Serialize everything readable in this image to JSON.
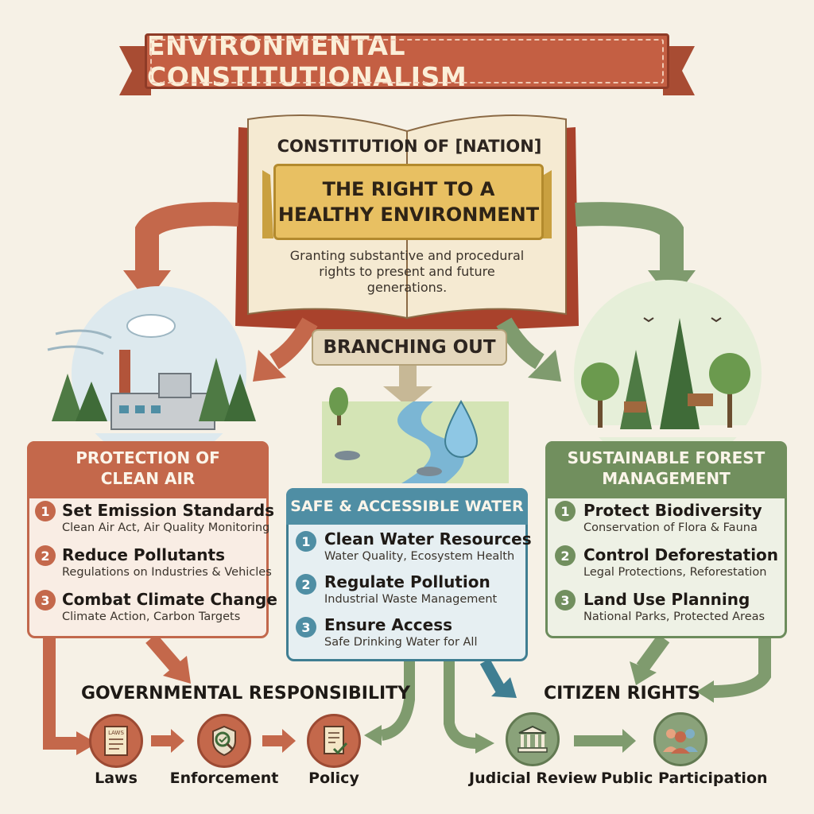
{
  "title": "ENVIRONMENTAL CONSTITUTIONALISM",
  "book": {
    "heading": "CONSTITUTION  OF [NATION]",
    "scroll_text": "THE RIGHT TO A HEALTHY ENVIRONMENT",
    "description": "Granting substantive and procedural rights to present and future generations."
  },
  "branching_label": "BRANCHING OUT",
  "panels": {
    "air": {
      "title": "PROTECTION OF CLEAN AIR",
      "items": [
        {
          "num": "1",
          "title": "Set Emission Standards",
          "subtitle": "Clean Air Act, Air Quality Monitoring"
        },
        {
          "num": "2",
          "title": "Reduce Pollutants",
          "subtitle": "Regulations on Industries & Vehicles"
        },
        {
          "num": "3",
          "title": "Combat Climate Change",
          "subtitle": "Climate Action, Carbon Targets"
        }
      ]
    },
    "water": {
      "title": "SAFE & ACCESSIBLE WATER",
      "items": [
        {
          "num": "1",
          "title": "Clean Water Resources",
          "subtitle": "Water Quality, Ecosystem Health"
        },
        {
          "num": "2",
          "title": "Regulate Pollution",
          "subtitle": "Industrial Waste Management"
        },
        {
          "num": "3",
          "title": "Ensure Access",
          "subtitle": "Safe Drinking Water for All"
        }
      ]
    },
    "forest": {
      "title": "SUSTAINABLE FOREST MANAGEMENT",
      "items": [
        {
          "num": "1",
          "title": "Protect Biodiversity",
          "subtitle": "Conservation of Flora & Fauna"
        },
        {
          "num": "2",
          "title": "Control Deforestation",
          "subtitle": "Legal Protections, Reforestation"
        },
        {
          "num": "3",
          "title": "Land Use Planning",
          "subtitle": "National Parks, Protected Areas"
        }
      ]
    }
  },
  "government": {
    "title": "GOVERNMENTAL RESPONSIBILITY",
    "steps": [
      "Laws",
      "Enforcement",
      "Policy"
    ],
    "laws_icon_text": "LAWS"
  },
  "citizen": {
    "title": "CITIZEN RIGHTS",
    "steps": [
      "Judicial Review",
      "Public Participation"
    ]
  },
  "icons": {
    "laws": "scroll-document-icon",
    "enforcement": "magnifier-shield-icon",
    "policy": "checklist-icon",
    "judicial": "courthouse-icon",
    "participation": "people-group-icon"
  },
  "colors": {
    "red": "#c4684b",
    "blue": "#4f8ea4",
    "green": "#718f5e",
    "gold": "#e8c062"
  }
}
